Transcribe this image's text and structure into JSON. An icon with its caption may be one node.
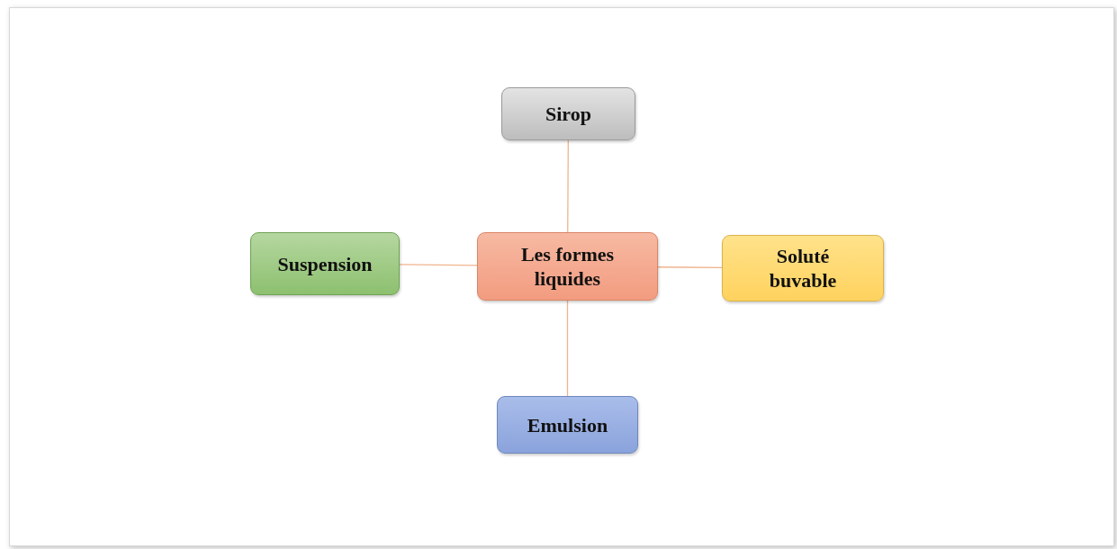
{
  "diagram": {
    "nodes": [
      {
        "text": [
          "Sirop"
        ]
      },
      {
        "text": [
          "Suspension"
        ]
      },
      {
        "text": [
          "Les formes liquides"
        ]
      },
      {
        "text": [
          "Soluté buvable"
        ]
      },
      {
        "text": [
          "Emulsion"
        ]
      }
    ],
    "edges": [
      {
        "from": 2,
        "to": 0,
        "arrow": "none"
      },
      {
        "from": 2,
        "to": 1,
        "arrow": "none"
      },
      {
        "from": 2,
        "to": 3,
        "arrow": "none"
      },
      {
        "from": 2,
        "to": 4,
        "arrow": "none"
      }
    ]
  }
}
